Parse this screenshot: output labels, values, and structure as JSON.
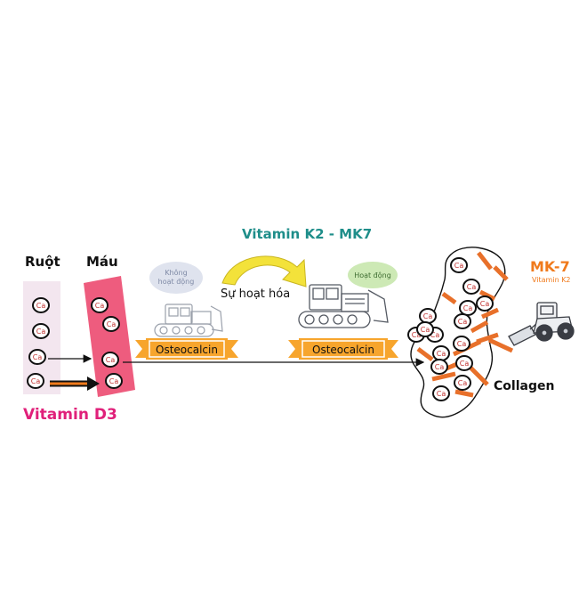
{
  "labels": {
    "ruot": "Ruột",
    "mau": "Máu",
    "vitamin_d3": "Vitamin D3",
    "vitamin_k2": "Vitamin K2 - MK7",
    "activation": "Sự hoạt hóa",
    "inactive": "Không hoạt động",
    "active": "Hoạt động",
    "osteocalcin_1": "Osteocalcin",
    "osteocalcin_2": "Osteocalcin",
    "mk7": "MK-7",
    "mk7_sub": "Vitamin K2",
    "collagen": "Collagen",
    "ca": "Ca"
  },
  "colors": {
    "vitamin_d3": "#e0207a",
    "vitamin_k2": "#1f8e8a",
    "mk7": "#f07a1c",
    "blood_band": "#ee5c7e",
    "gut_band": "#f3e6ef",
    "banner": "#f7a52d",
    "bone_rods": "#e8702a",
    "activation_arrow": "#f3e23a",
    "inactive_bubble": "#dfe3ee",
    "active_bubble": "#cde9b5"
  },
  "ca_counts": {
    "gut": 4,
    "blood": 4,
    "bone": 15
  }
}
